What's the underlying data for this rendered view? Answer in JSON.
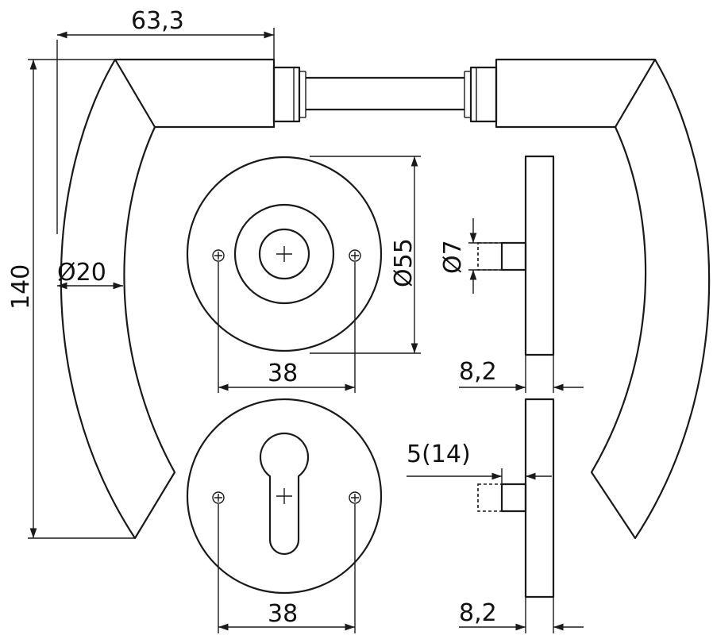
{
  "drawing": {
    "dimensions": {
      "handle_length": "63,3",
      "handle_height": "140",
      "grip_diameter": "Ø20",
      "rose_diameter": "Ø55",
      "spindle_diameter": "Ø7",
      "screw_spacing_top": "38",
      "rose_thickness_top": "8,2",
      "pin_offset": "5(14)",
      "screw_spacing_bottom": "38",
      "rose_thickness_bottom": "8,2"
    },
    "colors": {
      "line": "#1a1a1a",
      "background": "#ffffff"
    }
  }
}
